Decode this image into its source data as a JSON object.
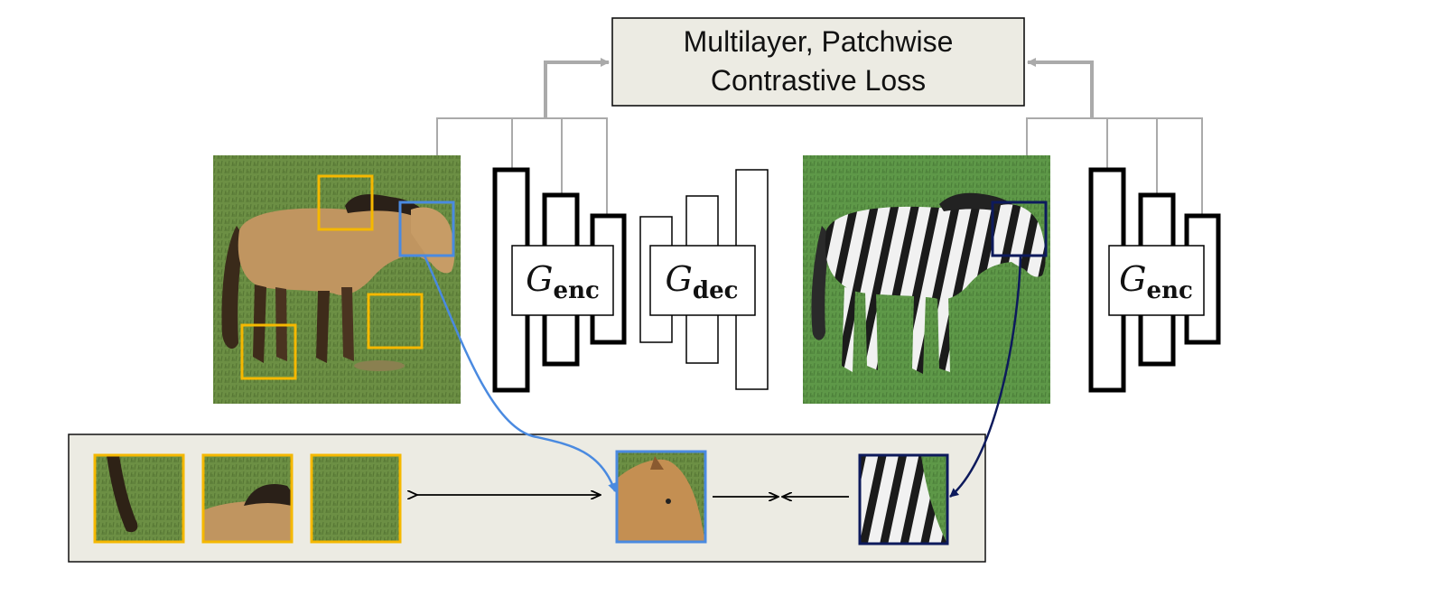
{
  "loss_box": {
    "line1": "Multilayer, Patchwise",
    "line2": "Contrastive Loss"
  },
  "encoder_left": {
    "symbol": "G",
    "subscript": "enc"
  },
  "decoder": {
    "symbol": "G",
    "subscript": "dec"
  },
  "encoder_right": {
    "symbol": "G",
    "subscript": "enc"
  },
  "images": {
    "input": "horse-photo",
    "output": "zebra-photo"
  },
  "colors": {
    "negative_patch": "#f5b800",
    "positive_patch": "#4a8ae0",
    "query_patch": "#0d1a5c",
    "panel_fill": "#ecebe3",
    "connector": "#aaaaaa"
  }
}
